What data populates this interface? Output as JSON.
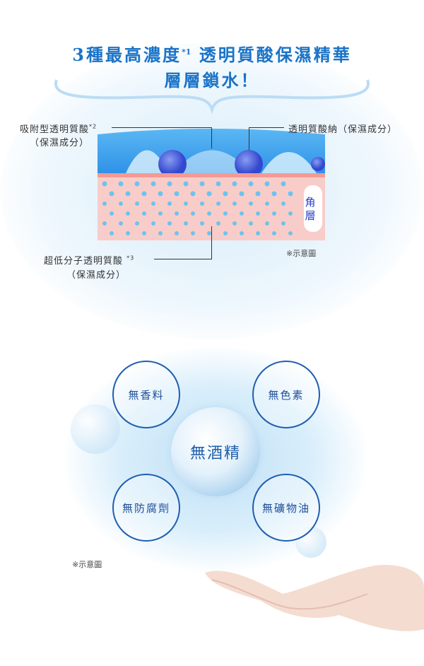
{
  "headline": {
    "line1_main": "3種最高濃度",
    "line1_sup": "*1",
    "line1_rest": " 透明質酸保濕精華",
    "line2": "層層鎖水！"
  },
  "diagram": {
    "label_adsorb": "吸附型透明質酸",
    "label_adsorb_sup": "*2",
    "label_adsorb_sub": "（保濕成分）",
    "label_sodium": "透明質酸納（保濕成分）",
    "label_lowmol": "超低分子透明質酸",
    "label_lowmol_sup": "*3",
    "label_lowmol_sub": "（保濕成分）",
    "layer_label": "角層",
    "note": "※示意圖"
  },
  "features": {
    "center": "無酒精",
    "items": [
      "無香料",
      "無色素",
      "無防腐劑",
      "無礦物油"
    ],
    "note": "※示意圖"
  },
  "colors": {
    "headline": "#1a73c8",
    "water": "#3aa0ee",
    "skin": "#f6c6c2",
    "sphere": "#4058d8",
    "circle_border": "#1f5fae"
  }
}
